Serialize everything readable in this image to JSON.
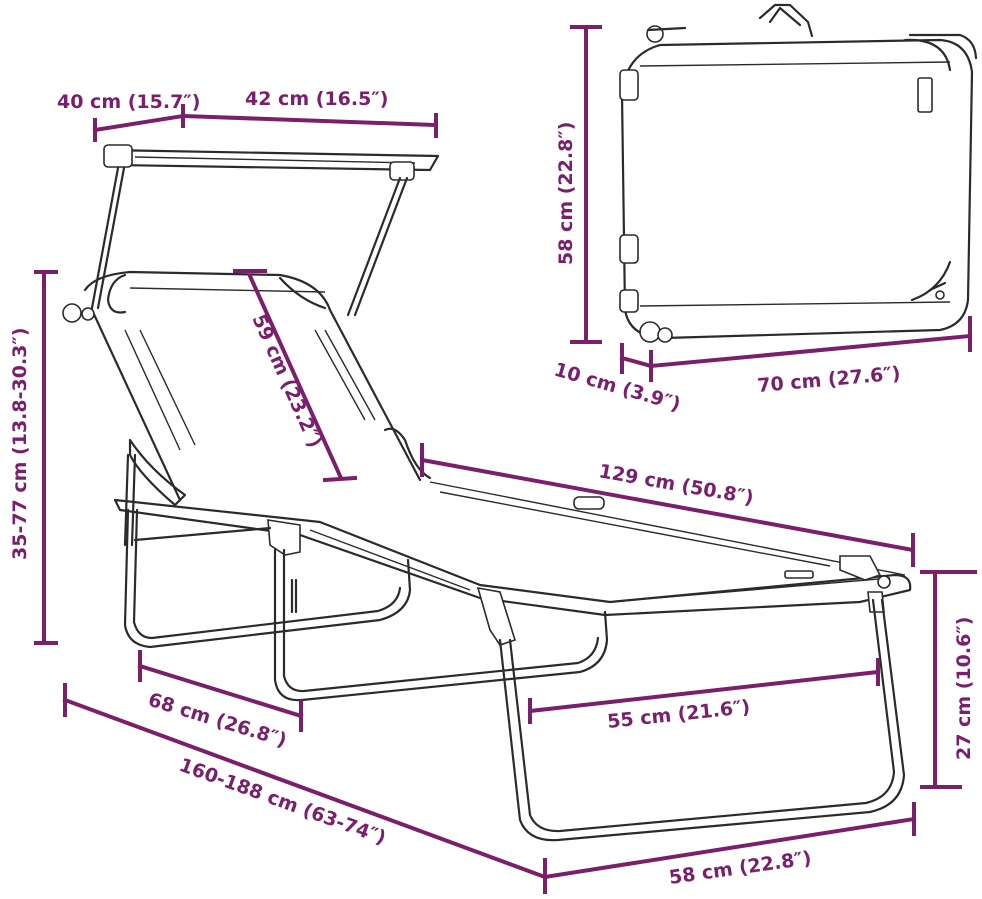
{
  "diagram": {
    "accent_color": "#7a1f6b",
    "line_color": "#2b2b2b",
    "dimensions": {
      "canopy_depth": "40 cm (15.7″)",
      "canopy_width": "42 cm (16.5″)",
      "backrest_height": "35-77 cm (13.8-30.3″)",
      "backrest_length": "59 cm (23.2″)",
      "folded_height": "58 cm (22.8″)",
      "folded_thickness": "10 cm (3.9″)",
      "folded_length": "70 cm (27.6″)",
      "seat_length": "129 cm (50.8″)",
      "seat_height": "27 cm (10.6″)",
      "rear_leg_span": "68 cm (26.8″)",
      "front_leg_span": "55 cm (21.6″)",
      "total_length": "160-188 cm (63-74″)",
      "total_width": "58 cm (22.8″)"
    }
  }
}
